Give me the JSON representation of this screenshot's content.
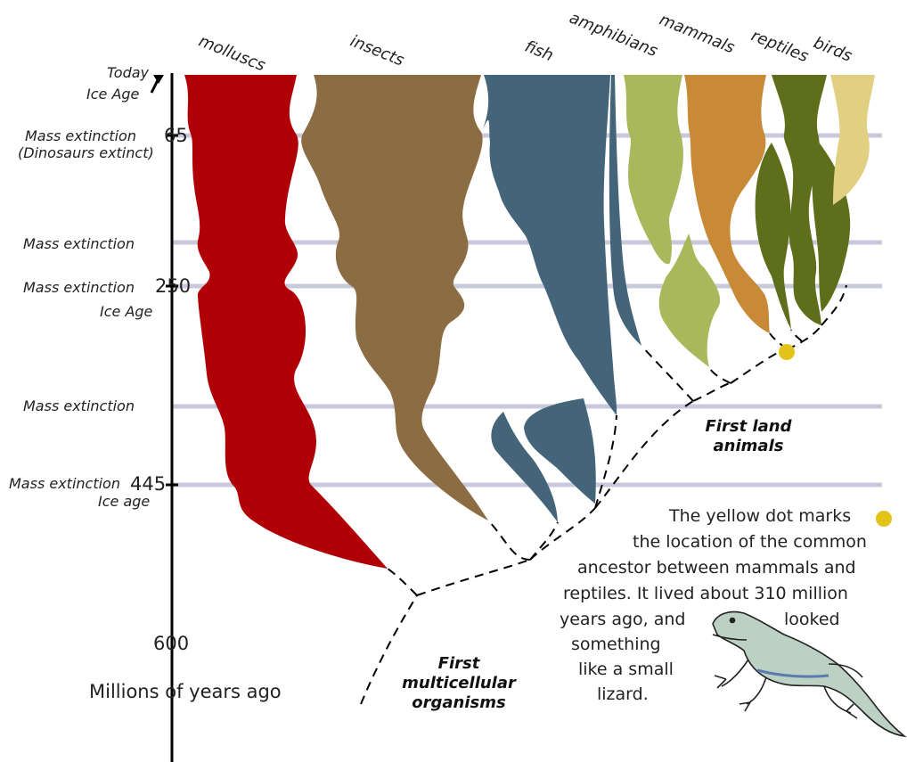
{
  "clades": [
    "molluscs",
    "insects",
    "fish",
    "amphibians",
    "mammals",
    "reptiles",
    "birds"
  ],
  "axis": {
    "today": "Today",
    "ice_age_top": "Ice Age",
    "tick_65": "65",
    "tick_250": "250",
    "tick_445": "445",
    "tick_600": "600",
    "units": "Millions of years ago"
  },
  "events": {
    "mass_ext_65_line1": "Mass extinction",
    "mass_ext_65_line2": "(Dinosaurs extinct)",
    "mass_ext_2": "Mass extinction",
    "mass_ext_250": "Mass extinction",
    "ice_age_250": "Ice Age",
    "mass_ext_4": "Mass extinction",
    "mass_ext_445": "Mass extinction",
    "ice_age_445": "Ice age"
  },
  "callouts": {
    "first_land_l1": "First land",
    "first_land_l2": "animals",
    "first_multi_l1": "First",
    "first_multi_l2": "multicellular",
    "first_multi_l3": "organisms"
  },
  "note": {
    "l1": "The yellow dot marks",
    "l2": "the location of the common",
    "l3": "ancestor between mammals and",
    "l4": "reptiles.  It lived about 310 million",
    "l5a": "years ago, and",
    "l5b": "looked",
    "l6": "something",
    "l7": "like a small",
    "l8": "lizard."
  },
  "colors": {
    "molluscs": "#b00006",
    "insects": "#8c6c43",
    "fish": "#44647a",
    "amphibians": "#44647a",
    "mammals": "#a9b85b",
    "reptiles_orange": "#c98a37",
    "reptiles": "#5e6e1a",
    "birds": "#e1cf82",
    "extinction_line": "#c9c9dc",
    "ancestor_dot": "#e3c21a"
  }
}
